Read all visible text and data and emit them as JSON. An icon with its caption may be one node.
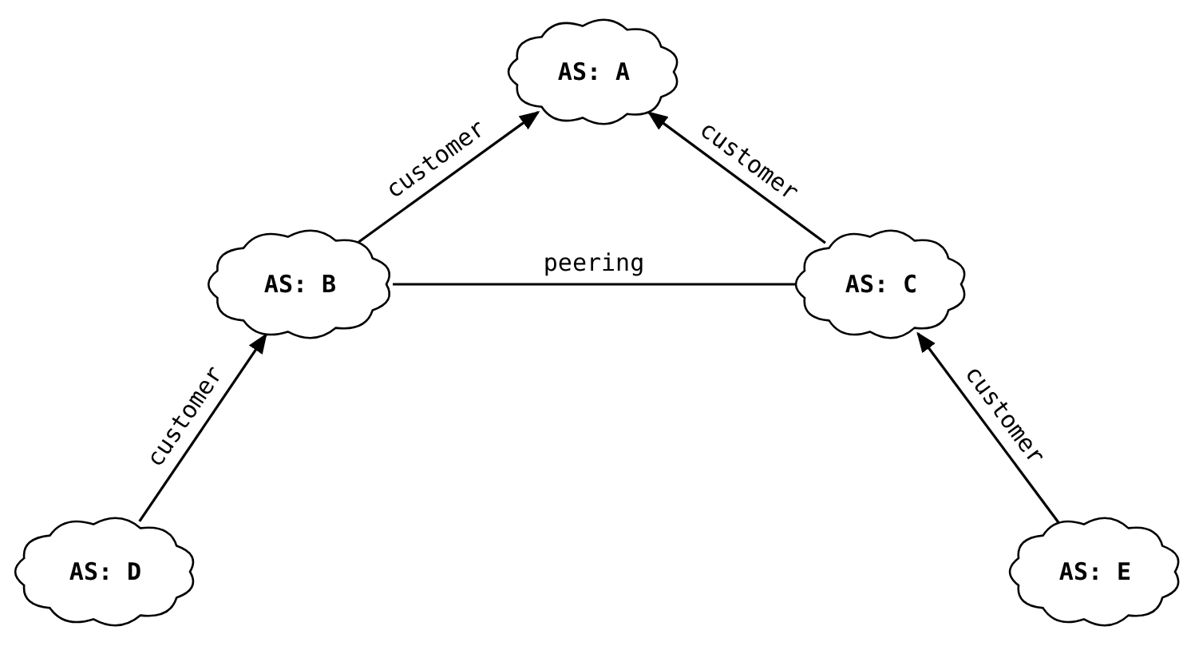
{
  "diagram": {
    "nodes": [
      {
        "text": [
          "AS: A"
        ]
      },
      {
        "text": [
          "AS: B"
        ]
      },
      {
        "text": [
          "AS: C"
        ]
      },
      {
        "text": [
          "AS: D"
        ]
      },
      {
        "text": [
          "AS: E"
        ]
      }
    ],
    "edges": [
      {
        "from": 1,
        "to": 0,
        "arrow": "to",
        "label": "customer"
      },
      {
        "from": 2,
        "to": 0,
        "arrow": "to",
        "label": "customer"
      },
      {
        "from": 1,
        "to": 2,
        "arrow": "none",
        "label": "peering"
      },
      {
        "from": 3,
        "to": 1,
        "arrow": "to",
        "label": "customer"
      },
      {
        "from": 4,
        "to": 2,
        "arrow": "to",
        "label": "customer"
      }
    ]
  }
}
